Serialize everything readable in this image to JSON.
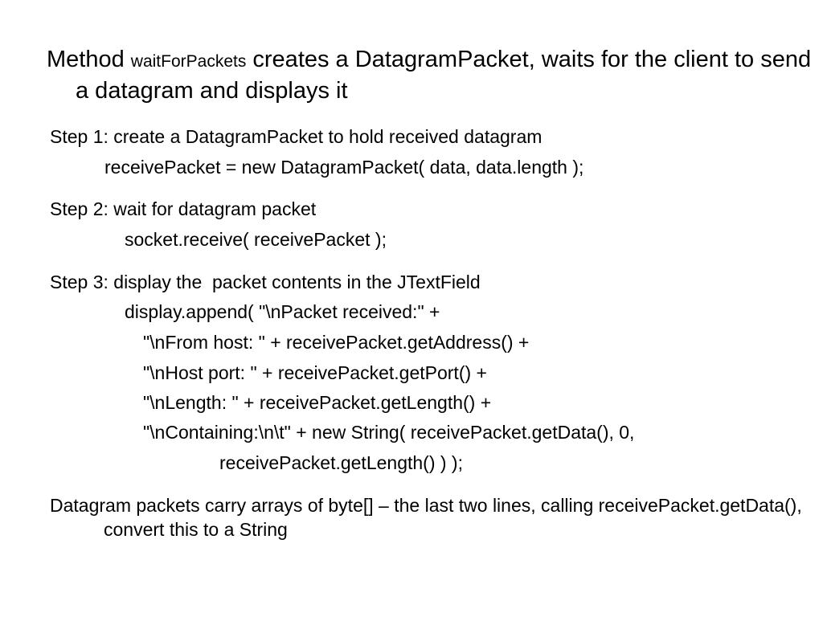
{
  "heading": {
    "prefix": "Method ",
    "method_name": "waitForPackets",
    "rest": " creates a DatagramPacket, waits for the client to send a datagram and displays it"
  },
  "steps": [
    {
      "title": "Step 1: create a DatagramPacket to hold received datagram",
      "code": [
        "receivePacket = new DatagramPacket( data, data.length );"
      ]
    },
    {
      "title": "Step 2: wait for datagram packet",
      "code": [
        "socket.receive( receivePacket );"
      ]
    },
    {
      "title": "Step 3: display the  packet contents in the JTextField",
      "code": [
        "display.append( \"\\nPacket received:\" +",
        "\"\\nFrom host: \" + receivePacket.getAddress() +",
        "\"\\nHost port: \" + receivePacket.getPort() +",
        "\"\\nLength: \" + receivePacket.getLength() +",
        "\"\\nContaining:\\n\\t\" + new String( receivePacket.getData(), 0,",
        "receivePacket.getLength() ) );"
      ]
    }
  ],
  "footer_note": "Datagram packets carry arrays of byte[] – the last two lines, calling receivePacket.getData(), convert this to a String"
}
